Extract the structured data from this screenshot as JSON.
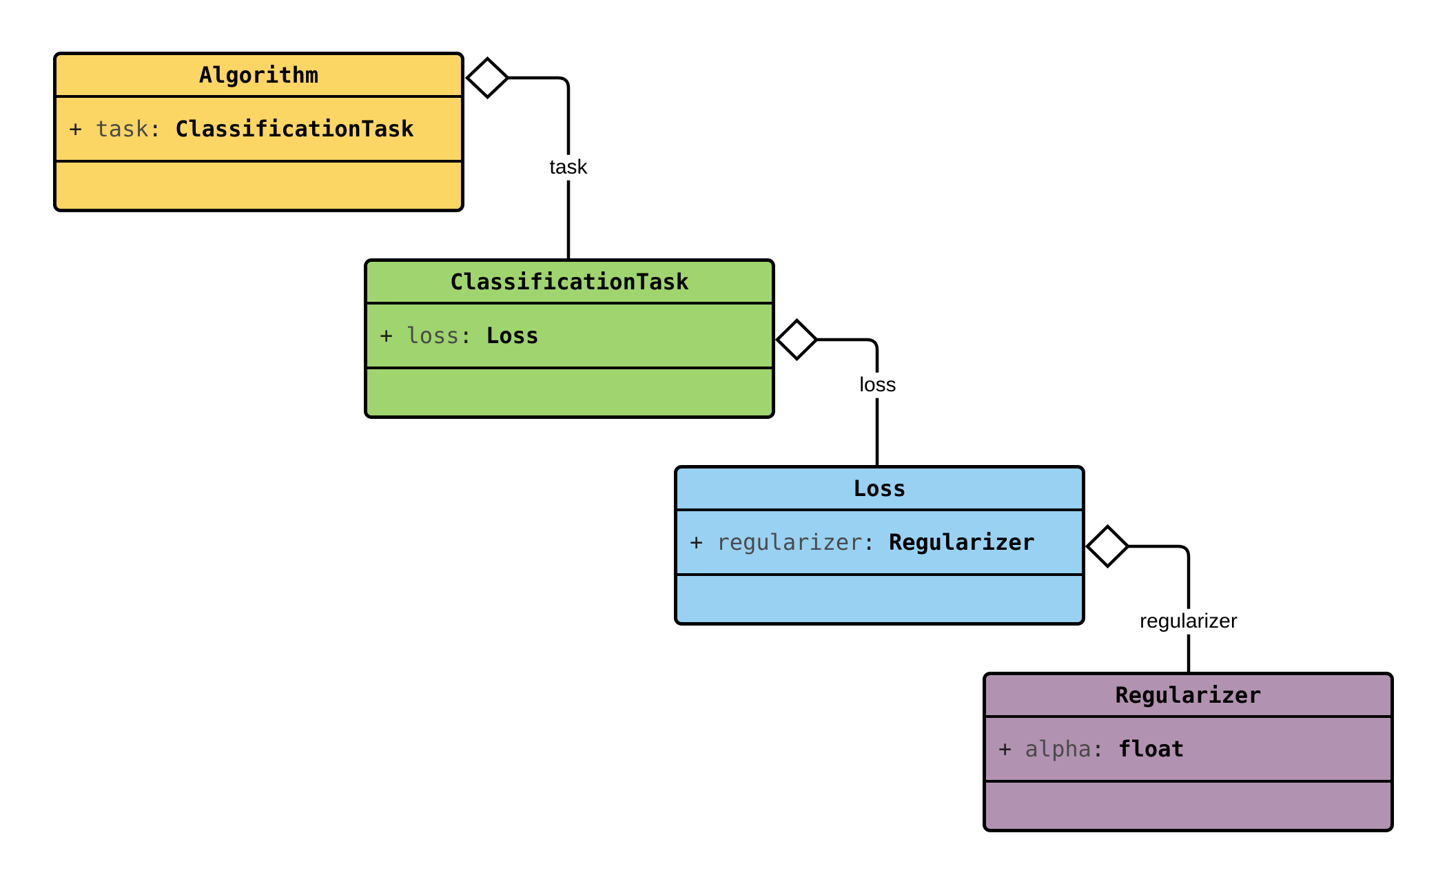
{
  "diagram_type": "uml-class-diagram",
  "classes": [
    {
      "name": "Algorithm",
      "fill": "#FBD665",
      "attribute": {
        "visibility": "+ ",
        "name": "task",
        "separator": ": ",
        "type": "ClassificationTask"
      }
    },
    {
      "name": "ClassificationTask",
      "fill": "#A0D46E",
      "attribute": {
        "visibility": "+ ",
        "name": "loss",
        "separator": ": ",
        "type": "Loss"
      }
    },
    {
      "name": "Loss",
      "fill": "#99D1F2",
      "attribute": {
        "visibility": "+ ",
        "name": "regularizer",
        "separator": ": ",
        "type": "Regularizer"
      }
    },
    {
      "name": "Regularizer",
      "fill": "#B292B1",
      "attribute": {
        "visibility": "+ ",
        "name": "alpha",
        "separator": ": ",
        "type": "float"
      }
    }
  ],
  "edges": [
    {
      "label": "task",
      "from": "Algorithm",
      "to": "ClassificationTask",
      "relation": "aggregation"
    },
    {
      "label": "loss",
      "from": "ClassificationTask",
      "to": "Loss",
      "relation": "aggregation"
    },
    {
      "label": "regularizer",
      "from": "Loss",
      "to": "Regularizer",
      "relation": "aggregation"
    }
  ],
  "colors": {
    "stroke": "#000000",
    "diamond_fill": "#FFFFFF",
    "canvas_background": "#FFFFFF"
  }
}
